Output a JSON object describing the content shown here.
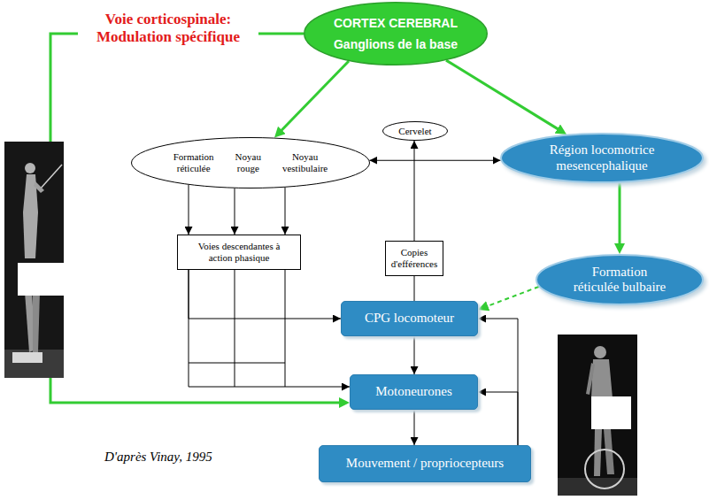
{
  "diagram": {
    "nodes": [
      {
        "text": [
          "CORTEX CEREBRAL",
          "Ganglions de la base"
        ]
      },
      {
        "text": [
          "Cervelet"
        ]
      },
      {
        "text": [
          "Formation réticulée",
          "Noyau rouge",
          "Noyau vestibulaire"
        ]
      },
      {
        "text": [
          "Région locomotrice mesencephalique"
        ]
      },
      {
        "text": [
          "Voies descendantes à action phasique"
        ]
      },
      {
        "text": [
          "Copies d'efférences"
        ]
      },
      {
        "text": [
          "Formation réticulée bulbaire"
        ]
      },
      {
        "text": [
          "CPG locomoteur"
        ]
      },
      {
        "text": [
          "Motoneurones"
        ]
      },
      {
        "text": [
          "Mouvement / propriocepteurs"
        ]
      }
    ],
    "edges": [
      {
        "from": 0,
        "to": 2,
        "arrow": "to"
      },
      {
        "from": 0,
        "to": 3,
        "arrow": "to"
      },
      {
        "from": 0,
        "to": 8,
        "arrow": "to",
        "label": "Voie corticospinale: Modulation spécifique"
      },
      {
        "from": 3,
        "to": 6,
        "arrow": "to"
      },
      {
        "from": 6,
        "to": 7,
        "arrow": "to"
      },
      {
        "from": 2,
        "to": 3,
        "arrow": "both"
      },
      {
        "from": 2,
        "to": 4,
        "arrow": "to"
      },
      {
        "from": 2,
        "to": 4,
        "arrow": "to"
      },
      {
        "from": 2,
        "to": 4,
        "arrow": "to"
      },
      {
        "from": 5,
        "to": 1,
        "arrow": "to"
      },
      {
        "from": 7,
        "to": 5,
        "arrow": "none"
      },
      {
        "from": 4,
        "to": 7,
        "arrow": "to"
      },
      {
        "from": 4,
        "to": 8,
        "arrow": "to"
      },
      {
        "from": 7,
        "to": 8,
        "arrow": "to"
      },
      {
        "from": 8,
        "to": 9,
        "arrow": "to"
      },
      {
        "from": 9,
        "to": 8,
        "arrow": "to"
      },
      {
        "from": 9,
        "to": 7,
        "arrow": "to"
      }
    ],
    "labels": [
      "D'après Vinay, 1995"
    ]
  }
}
